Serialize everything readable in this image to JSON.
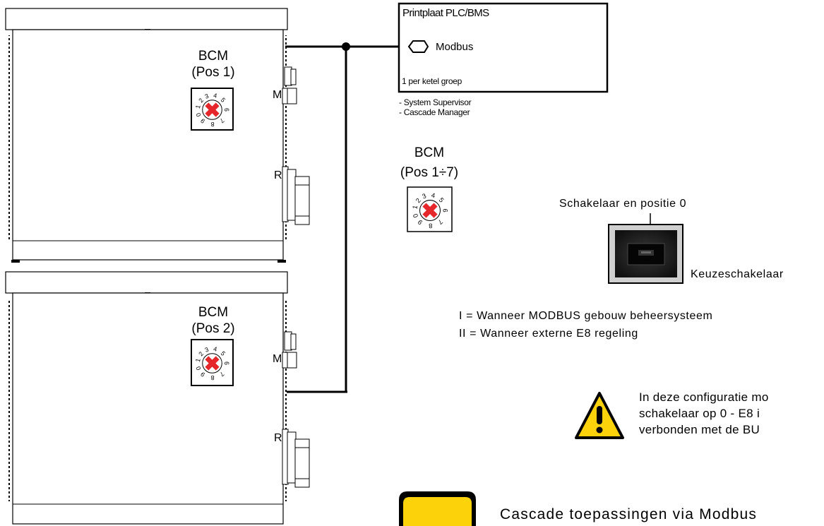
{
  "plc": {
    "title": "Printplaat PLC/BMS",
    "port_label": "Modbus",
    "note": "1 per ketel groep",
    "roles": [
      "- System Supervisor",
      "- Cascade Manager"
    ]
  },
  "boilers": [
    {
      "bcm_title": "BCM",
      "bcm_pos": "(Pos 1)",
      "port_m": "M",
      "port_r": "R"
    },
    {
      "bcm_title": "BCM",
      "bcm_pos": "(Pos 2)",
      "port_m": "M",
      "port_r": "R"
    }
  ],
  "bcm_generic": {
    "title": "BCM",
    "pos": "(Pos 1÷7)"
  },
  "dial_digits": [
    "0",
    "1",
    "2",
    "3",
    "4",
    "5",
    "6",
    "7",
    "8",
    "9"
  ],
  "switch": {
    "caption": "Schakelaar en positie 0",
    "label": "Keuzeschakelaar"
  },
  "legend": {
    "line1": "I = Wanneer MODBUS gebouw beheersysteem",
    "line2": "II = Wanneer externe E8 regeling"
  },
  "warning": {
    "line1": "In deze configuratie mo",
    "line2": "schakelaar op 0 - E8 i",
    "line3": "verbonden met de BU"
  },
  "footer": {
    "text": "Cascade toepassingen via Modbus"
  },
  "colors": {
    "dial_cross": "#e5262a",
    "warning_yellow": "#fcd20b",
    "line": "#000000"
  }
}
